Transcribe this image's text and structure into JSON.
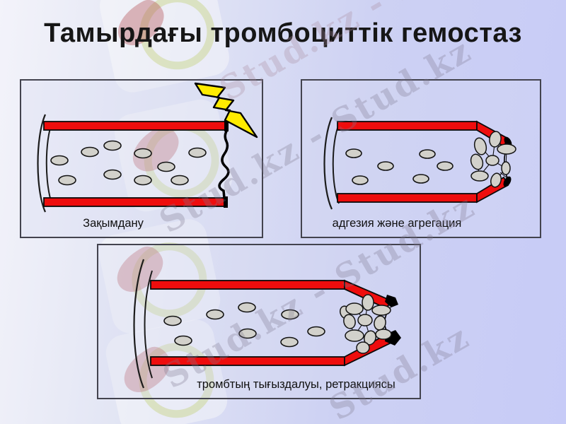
{
  "slide": {
    "title": "Тамырдағы тромбоциттік гемостаз",
    "panels": [
      {
        "id": "damage",
        "label": "Зақымдану"
      },
      {
        "id": "adhesion",
        "label": "адгезия және агрегация"
      },
      {
        "id": "retraction",
        "label": "тромбтың тығыздалуы, ретракциясы"
      }
    ],
    "watermarks": {
      "strip_top": "Stud.kz - Stud.",
      "strip_full": "Stud.kz - Stud.kz",
      "strip_short": "Stud.kz"
    },
    "colors": {
      "vessel_red": "#ee0d0d",
      "lightning_yellow": "#ffeb00",
      "platelet_gray": "#d2d1cb",
      "panel_border": "#43434e",
      "background_left": "#f3f3fa",
      "background_right": "#c7cbf7"
    }
  }
}
